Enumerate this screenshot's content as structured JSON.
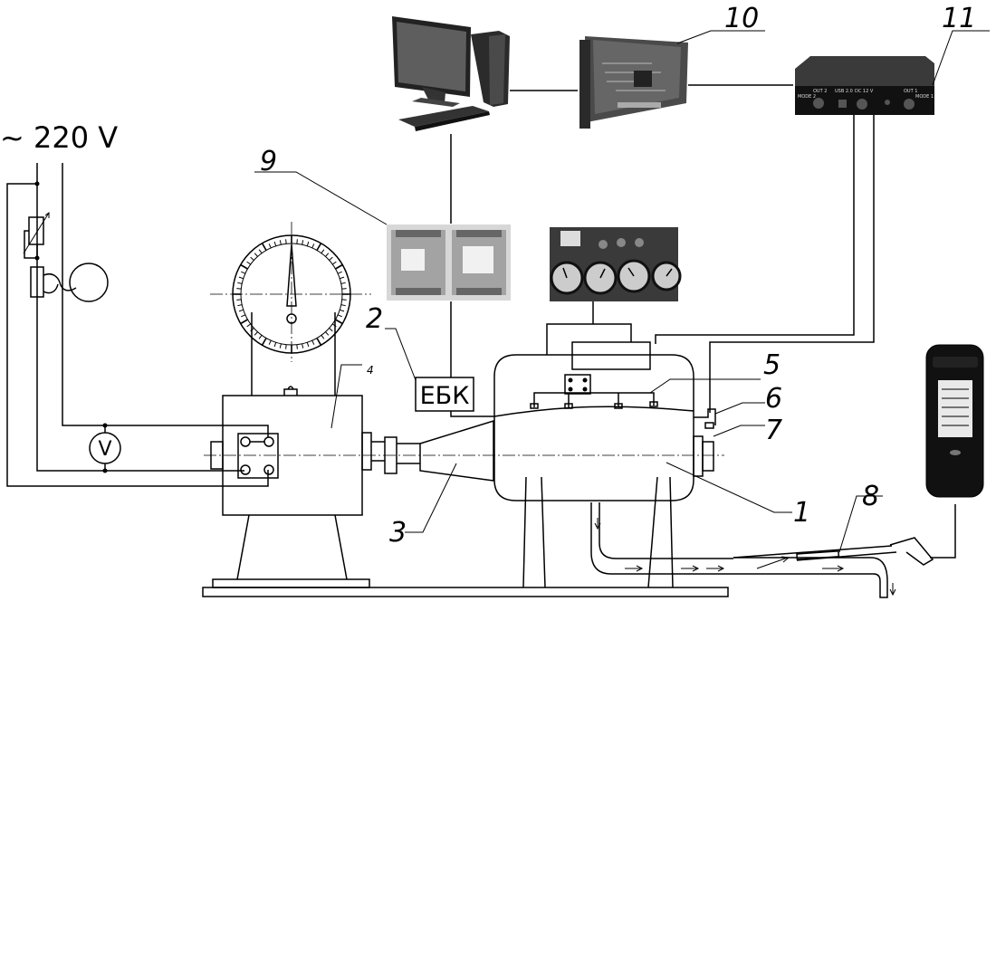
{
  "supply": {
    "label": "~ 220 V"
  },
  "voltmeter": {
    "symbol": "V"
  },
  "ebk": {
    "label": "ЕБК"
  },
  "callouts": {
    "n1": "1",
    "n2": "2",
    "n3": "3",
    "n4": "4",
    "n5": "5",
    "n6": "6",
    "n7": "7",
    "n8": "8",
    "n9": "9",
    "n10": "10",
    "n11": "11"
  },
  "device11": {
    "port_mode2": "MODE 2",
    "port_out2": "OUT 2",
    "port_usb": "USB 2.0",
    "port_dc": "DC 12 V",
    "port_out1": "OUT 1",
    "port_mode1": "MODE 1"
  },
  "icons": [
    "computer-icon",
    "daq-card-icon",
    "interface-box-icon",
    "control-module-photo",
    "instrument-panel-photo",
    "gas-analyzer-icon"
  ]
}
